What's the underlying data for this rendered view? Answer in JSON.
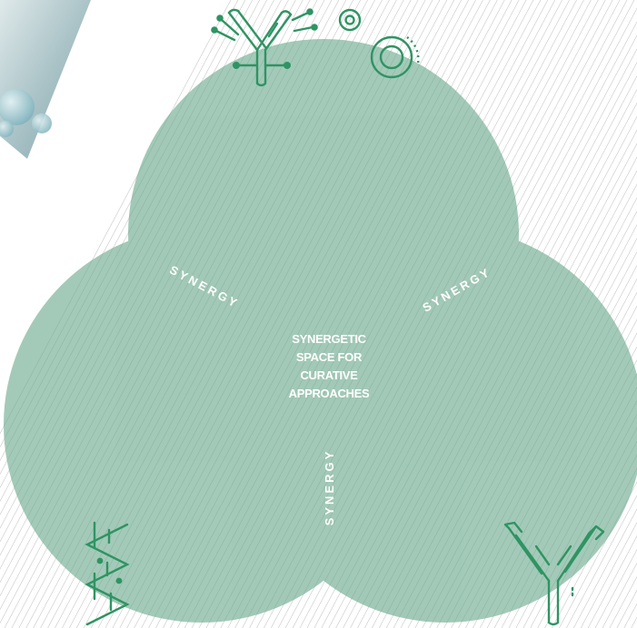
{
  "diagram": {
    "overlaps": {
      "top_left": "SYNERGY",
      "top_right": "SYNERGY",
      "bottom": "SYNERGY"
    },
    "center": {
      "lines": [
        "SYNERGETIC",
        "SPACE FOR",
        "CURATIVE",
        "APPROACHES"
      ]
    }
  },
  "colors": {
    "circle_fill": "#6aa98c",
    "overlap_fill": "#4f8f72",
    "icon_stroke": "#2f9463",
    "hatch_line": "#c9c9c9",
    "background": "#ffffff"
  },
  "icons": [
    "antibody-conjugate-icon",
    "cell-icon",
    "dna-helix-icon",
    "antibody-icon"
  ]
}
